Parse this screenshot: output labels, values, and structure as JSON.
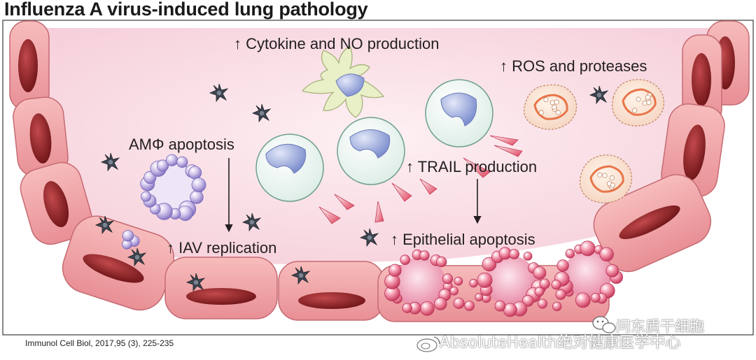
{
  "title": "Influenza A virus-induced lung pathology",
  "labels": {
    "cytokine": "↑ Cytokine and NO production",
    "ros": "↑ ROS and proteases",
    "amphi": "AMΦ apoptosis",
    "trail": "↑ TRAIL production",
    "iav": "↑ IAV replication",
    "epithelial": "↑ Epithelial apoptosis"
  },
  "citation": "Immunol Cell Biol, 2017,95 (3), 225-235",
  "watermark": {
    "chinese": "问东质干细胞",
    "english": "AbsoluteHealth绝对健康医学中心"
  },
  "colors": {
    "cell_wall": "#f0a4a4",
    "nucleus": "#8c1d1d",
    "lumen": "#fbe3ea",
    "virion": "#3d4550",
    "apoptotic_bleb": "#e26c86",
    "macrophage_nucleus": "#9aa8d8",
    "dendritic": "#e8f0c4"
  },
  "icons": [
    "virus-particle-icon",
    "sina-weibo-logo-icon",
    "wechat-logo-icon"
  ]
}
